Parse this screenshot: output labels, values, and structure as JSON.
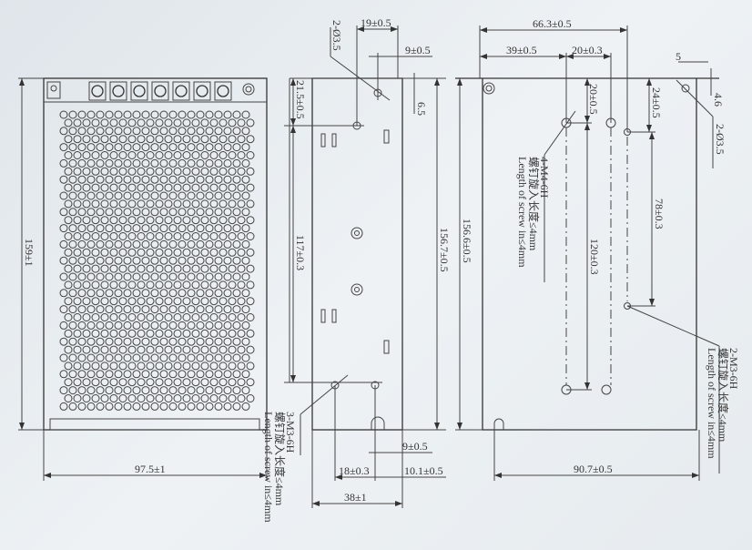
{
  "front_view": {
    "height_dim": "159±1",
    "width_dim": "97.5±1"
  },
  "side_view": {
    "dims": {
      "top_19": "19±0.5",
      "top_9": "9±0.5",
      "hole_2": "2-Ø3.5",
      "d_6_5": "6.5",
      "d_21_5": "21.5±0.5",
      "d_117": "117±0.3",
      "d_156_7": "156.7±0.5",
      "bottom_9": "9±0.5",
      "d_18": "18±0.3",
      "d_10_1": "10.1±0.5",
      "d_38": "38±1"
    },
    "note": [
      "3-M3-6H",
      "螺钉旋入长度≤4mm",
      "Length of screw in≤4mm"
    ]
  },
  "rear_view": {
    "dims": {
      "d_66_3": "66.3±0.5",
      "d_39": "39±0.5",
      "d_20_3": "20±0.3",
      "d_5": "5",
      "d_4_6": "4.6",
      "hole_2": "2-Ø3.5",
      "d_20_5": "20±0.5",
      "d_24": "24±0.5",
      "d_78": "78±0.3",
      "d_120": "120±0.3",
      "d_156_6": "156.6±0.5",
      "d_90_7": "90.7±0.5"
    },
    "note_m4": [
      "4-M4-6H",
      "螺钉旋入长度≤4mm",
      "Length of screw in≤4mm"
    ],
    "note_m3": [
      "2-M3-6H",
      "螺钉旋入长度≤4mm",
      "Length of screw in≤4mm"
    ]
  }
}
